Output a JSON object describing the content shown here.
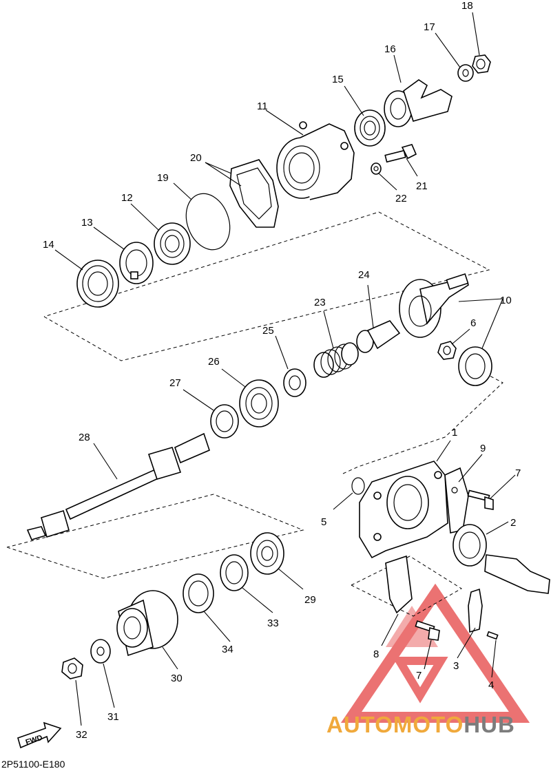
{
  "diagram_code": "2P51100-E180",
  "fwd_label": "FWD",
  "watermark": {
    "brand_part1": "AUTOMOTO",
    "brand_part2": "HUB",
    "color_red": "#e85a5a",
    "color_orange": "#f0a93c",
    "color_grey": "#7d7d7d"
  },
  "callouts": [
    {
      "id": "c1",
      "text": "1"
    },
    {
      "id": "c2",
      "text": "2"
    },
    {
      "id": "c3",
      "text": "3"
    },
    {
      "id": "c4",
      "text": "4"
    },
    {
      "id": "c5",
      "text": "5"
    },
    {
      "id": "c6",
      "text": "6"
    },
    {
      "id": "c7a",
      "text": "7"
    },
    {
      "id": "c7b",
      "text": "7"
    },
    {
      "id": "c8",
      "text": "8"
    },
    {
      "id": "c9",
      "text": "9"
    },
    {
      "id": "c10",
      "text": "10"
    },
    {
      "id": "c11",
      "text": "11"
    },
    {
      "id": "c12",
      "text": "12"
    },
    {
      "id": "c13",
      "text": "13"
    },
    {
      "id": "c14",
      "text": "14"
    },
    {
      "id": "c15",
      "text": "15"
    },
    {
      "id": "c16",
      "text": "16"
    },
    {
      "id": "c17",
      "text": "17"
    },
    {
      "id": "c18",
      "text": "18"
    },
    {
      "id": "c19",
      "text": "19"
    },
    {
      "id": "c20",
      "text": "20"
    },
    {
      "id": "c21",
      "text": "21"
    },
    {
      "id": "c22",
      "text": "22"
    },
    {
      "id": "c23",
      "text": "23"
    },
    {
      "id": "c24",
      "text": "24"
    },
    {
      "id": "c25",
      "text": "25"
    },
    {
      "id": "c26",
      "text": "26"
    },
    {
      "id": "c27",
      "text": "27"
    },
    {
      "id": "c28",
      "text": "28"
    },
    {
      "id": "c29",
      "text": "29"
    },
    {
      "id": "c30",
      "text": "30"
    },
    {
      "id": "c31",
      "text": "31"
    },
    {
      "id": "c32",
      "text": "32"
    },
    {
      "id": "c33",
      "text": "33"
    },
    {
      "id": "c34",
      "text": "34"
    }
  ]
}
